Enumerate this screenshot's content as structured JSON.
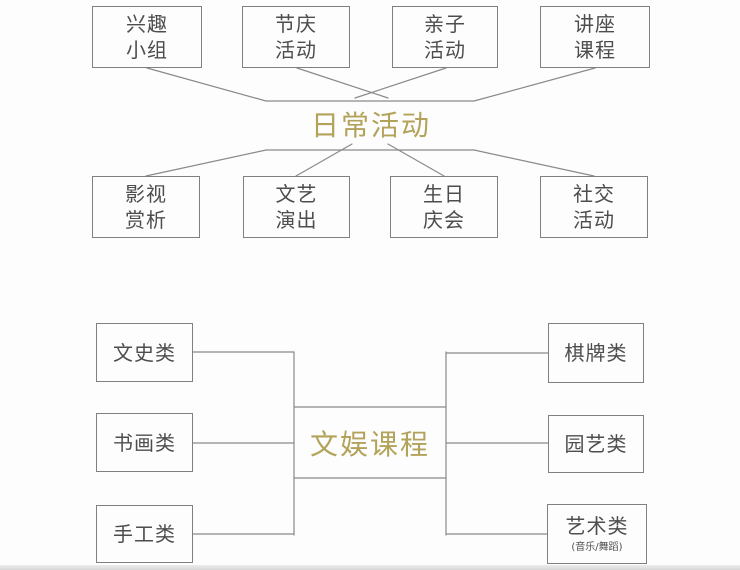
{
  "palette": {
    "accent_gold": "#b3a35a",
    "box_border_gray": "#808080",
    "line_gray": "#8a8a8a",
    "text_dark_gray": "#4d4d4d",
    "background": "#fdfdfd"
  },
  "daily_activities": {
    "title": "日常活动",
    "top_row": [
      {
        "label": "兴趣\n小组"
      },
      {
        "label": "节庆\n活动"
      },
      {
        "label": "亲子\n活动"
      },
      {
        "label": "讲座\n课程"
      }
    ],
    "bottom_row": [
      {
        "label": "影视\n赏析"
      },
      {
        "label": "文艺\n演出"
      },
      {
        "label": "生日\n庆会"
      },
      {
        "label": "社交\n活动"
      }
    ]
  },
  "culture_courses": {
    "title": "文娱课程",
    "left_column": [
      {
        "label": "文史类"
      },
      {
        "label": "书画类"
      },
      {
        "label": "手工类"
      }
    ],
    "right_column": [
      {
        "label": "棋牌类"
      },
      {
        "label": "园艺类"
      },
      {
        "label": "艺术类",
        "sub": "(音乐/舞蹈)"
      }
    ]
  }
}
